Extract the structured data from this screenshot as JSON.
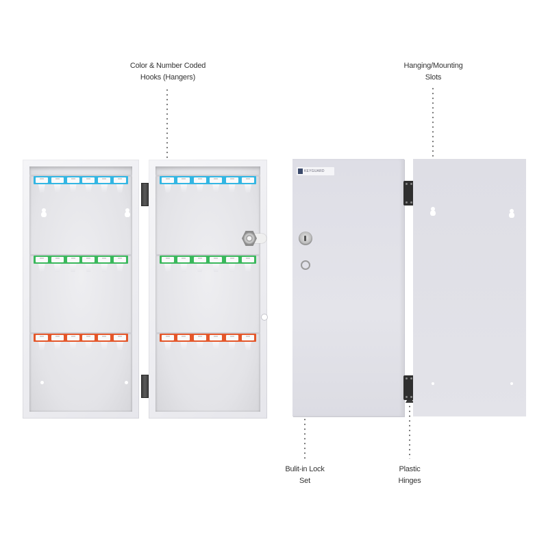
{
  "callouts": {
    "hooks": {
      "line1": "Color & Number Coded",
      "line2": "Hooks (Hangers)"
    },
    "slots": {
      "line1": "Hanging/Mounting",
      "line2": "Slots"
    },
    "lock": {
      "line1": "Bulit-in Lock",
      "line2": "Set"
    },
    "hinges": {
      "line1": "Plastic",
      "line2": "Hinges"
    }
  },
  "hook_rows": [
    {
      "color_name": "blue",
      "color": "#33b6e3",
      "hooks_per_panel": 6
    },
    {
      "color_name": "green",
      "color": "#3ab85c",
      "hooks_per_panel": 6
    },
    {
      "color_name": "orange",
      "color": "#e4572a",
      "hooks_per_panel": 6
    }
  ],
  "logo": {
    "icon": "brand-logo-icon",
    "wordmark": "KEYGUARD"
  }
}
